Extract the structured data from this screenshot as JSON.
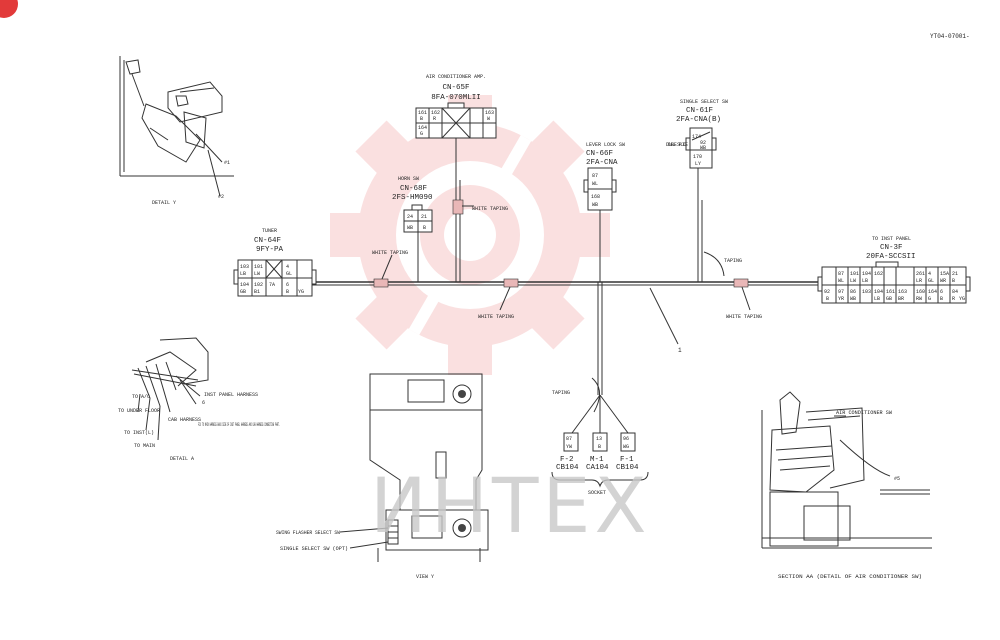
{
  "drawing_number": "YT04-07001-",
  "watermark_text": "ИНТЕХ",
  "colors": {
    "logo": "#e23a3a",
    "lines": "#333333",
    "watermark_gear": "#f6c7c7"
  },
  "connectors": {
    "air_conditioner": {
      "title": "AIR CONDITIONER AMP.",
      "code": "CN-65F",
      "part": "8FA-070MLII",
      "pins": [
        "161",
        "162",
        "163",
        "B",
        "R",
        "W",
        "164",
        "G",
        "",
        "",
        "",
        ""
      ]
    },
    "horn": {
      "title": "HORN SW",
      "code": "CN-68F",
      "part": "2FS-HM090",
      "pins": [
        "24",
        "21",
        "WB",
        "B"
      ]
    },
    "lever_lock": {
      "title": "LEVER LOCK SW",
      "code": "CN-66F",
      "part": "2FA-CNA",
      "pins": [
        "87",
        "WL",
        "168",
        "WB"
      ]
    },
    "single_select": {
      "title": "SINGLE SELECT SW",
      "code": "CN-61F",
      "part": "2FA-CNA(B)",
      "pins": [
        "174",
        "92",
        "WB",
        "170",
        "LY"
      ]
    },
    "tuner": {
      "title": "TUNER",
      "code": "CN-64F",
      "part": "9FY-PA",
      "pins": [
        "103",
        "101",
        "",
        "4",
        "LB",
        "LW",
        "",
        "GL",
        "104",
        "102",
        "7A",
        "6",
        "GB",
        "B1",
        "",
        "B",
        "",
        "YG",
        "",
        ""
      ]
    },
    "inst_panel": {
      "title": "TO INST PANEL",
      "code": "CN-3F",
      "part": "20FA-SCCSII",
      "pins": [
        "",
        "87",
        "101",
        "104",
        "162",
        "",
        "",
        "",
        "261",
        "4",
        "15A",
        "21",
        "",
        "WL",
        "LW",
        "LB",
        "",
        "",
        "",
        "",
        "LR",
        "GL",
        "WR",
        "B",
        "92",
        "97",
        "86",
        "",
        "103",
        "104",
        "161",
        "163",
        "160",
        "",
        "",
        "164",
        "6",
        "84",
        "",
        "B",
        "YR",
        "WB",
        "",
        "LB",
        "GB",
        "BR",
        "RW",
        "G",
        "",
        "B",
        "R",
        "YG"
      ]
    }
  },
  "sockets": [
    {
      "pins": [
        "87",
        "YW"
      ],
      "code": "F-2",
      "part": "CB104"
    },
    {
      "pins": [
        "13",
        "B"
      ],
      "code": "M-1",
      "part": "CA104"
    },
    {
      "pins": [
        "96",
        "WG"
      ],
      "code": "F-1",
      "part": "CB104"
    }
  ],
  "labels": {
    "white_taping": "WHITE TAPING",
    "taping": "TAPING",
    "double_splice": "DOUBLE SPLICE",
    "socket": "SOCKET",
    "item_1": "1",
    "detail_y": "DETAIL Y",
    "detail_a": "DETAIL A",
    "view_y": "VIEW Y",
    "section_aa": "SECTION AA  (DETAIL OF AIR CONDITIONER SW)",
    "air_conditioner_sw": "AIR CONDITIONER SW",
    "mark_5": "#5",
    "mark_1": "#1",
    "mark_2": "#2",
    "to_ac": "TO A/C",
    "to_under_floor": "TO UNDER FLOOR",
    "to_inst": "TO INST(L)",
    "to_main": "TO MAIN",
    "inst_panel_harness": "INST PANEL HARNESS",
    "cab_harness": "CAB HARNESS",
    "fix_note": "FIX TO MAIN HARNESS BACK SIDE OF INST PANEL HARNESS AND CAB HARNESS CONNECTING PART.",
    "num_6": "6",
    "swing_flasher": "SWING FLASHER SELECT SW",
    "single_select_sw_opt": "SINGLE SELECT SW (OPT)"
  }
}
